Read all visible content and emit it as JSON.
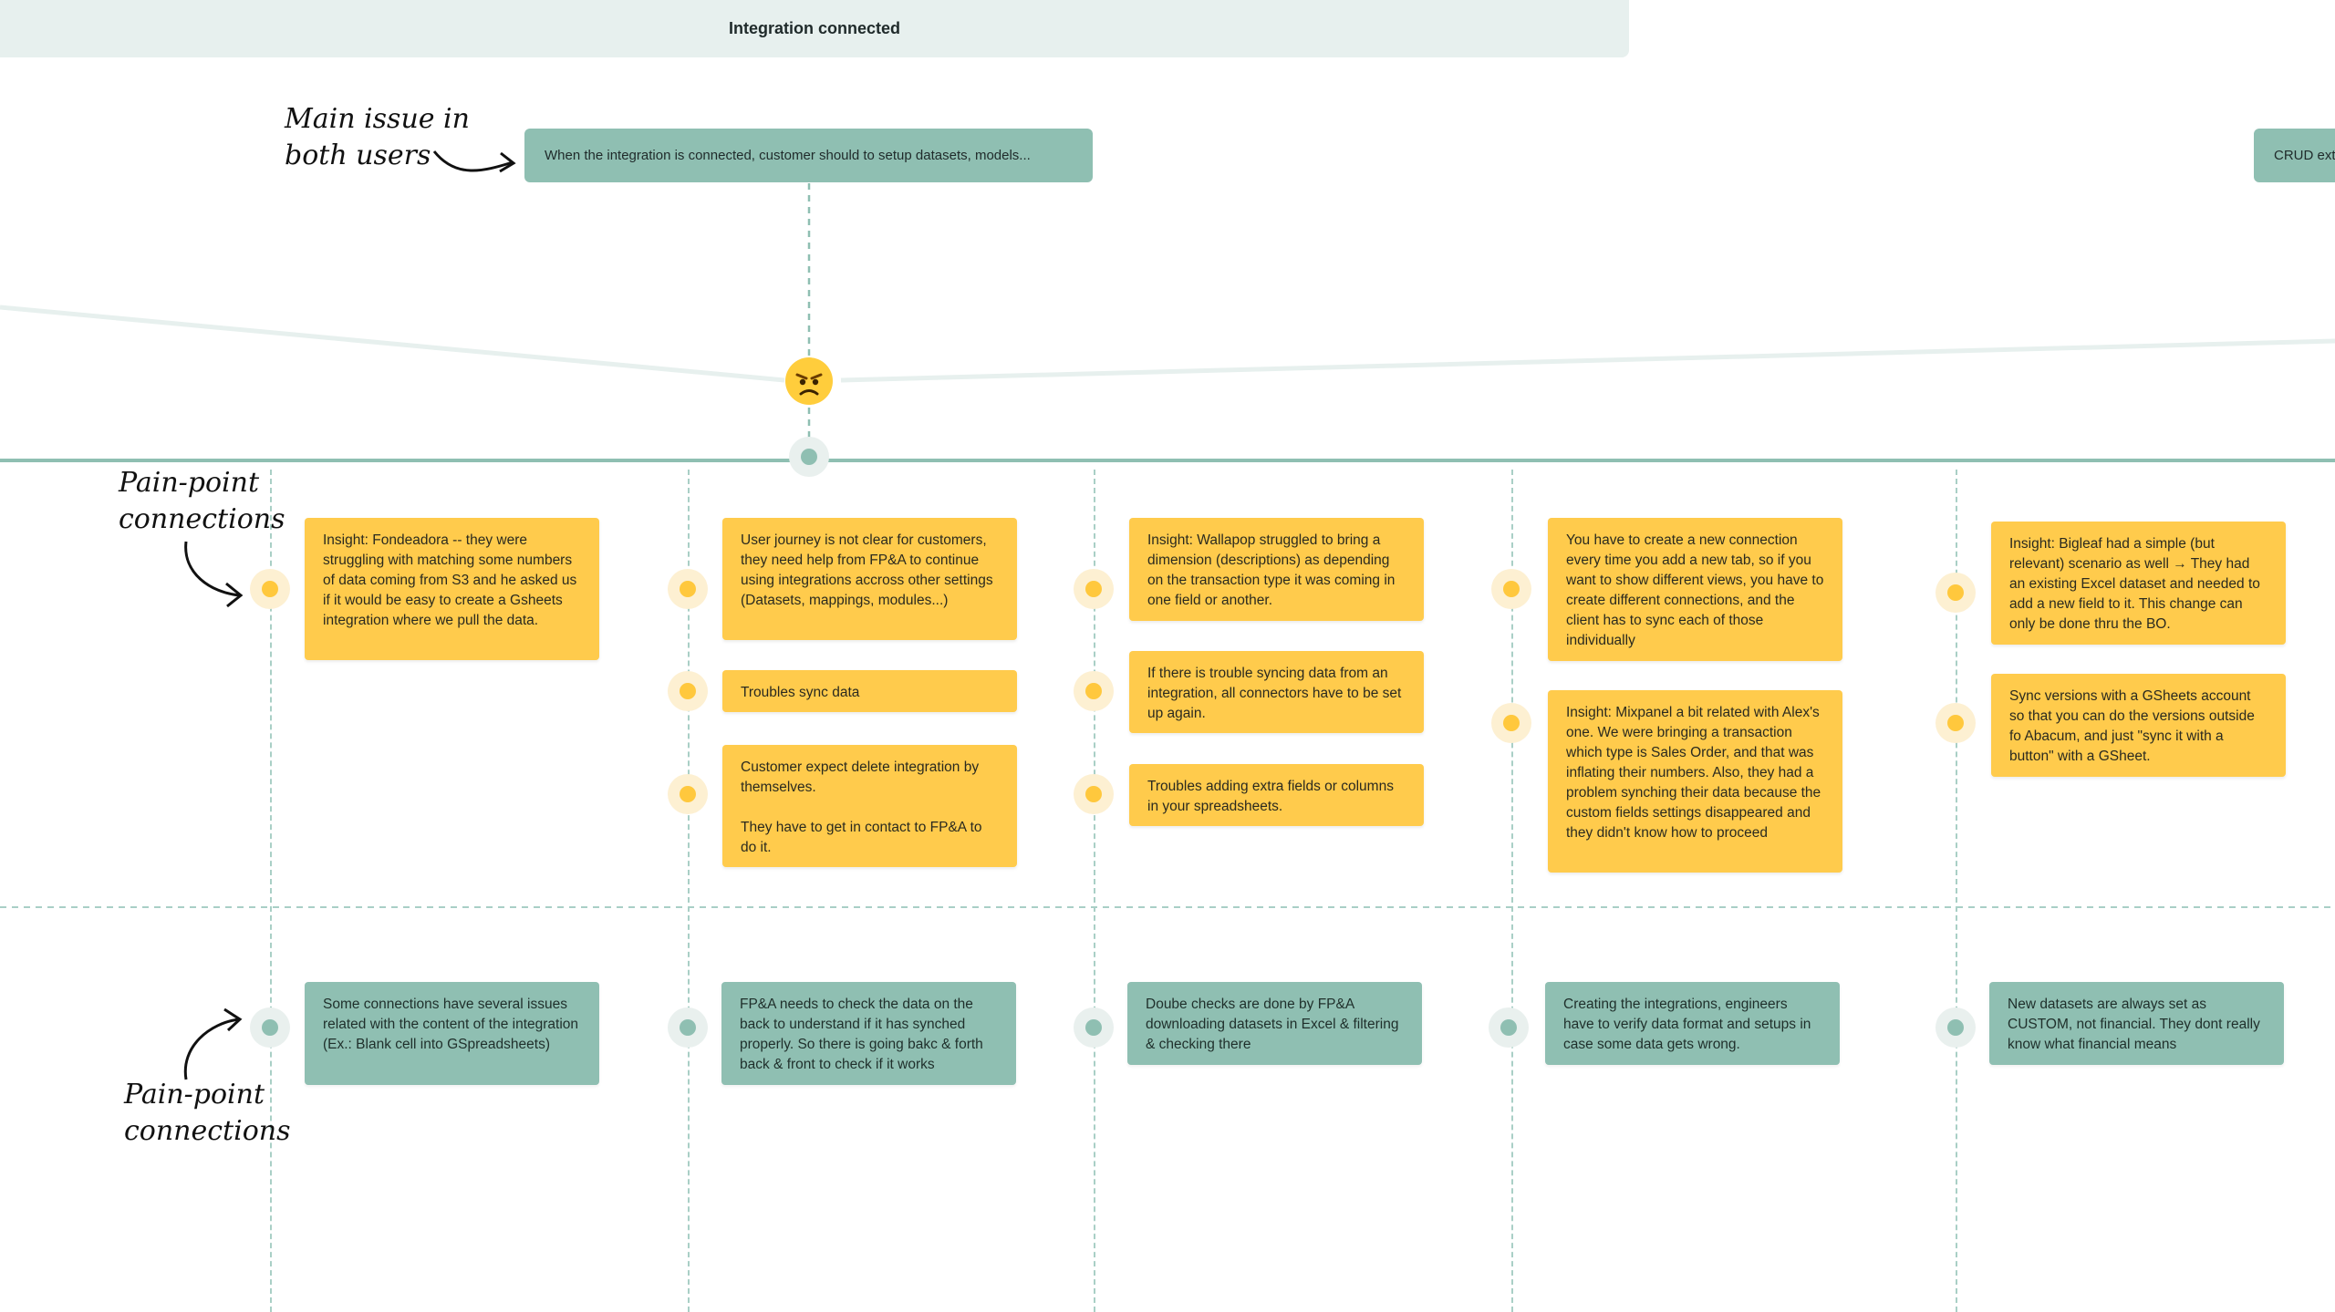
{
  "stage": {
    "title": "Integration connected"
  },
  "main_issue": {
    "annotation": [
      "Main issue in",
      "both users"
    ],
    "text": "When the integration is connected, customer should to setup datasets, models...",
    "right_card_text": "CRUD ext"
  },
  "annotations": {
    "pain_point_top": [
      "Pain-point",
      "connections"
    ],
    "pain_point_bottom": [
      "Pain-point",
      "connections"
    ]
  },
  "columns": [
    {
      "yellow": [
        "Insight: Fondeadora -- they were struggling with matching some numbers of data coming from S3 and he asked us if it would be easy to create a Gsheets integration where we pull the data."
      ],
      "green": "Some connections have several issues related with the content of the integration (Ex.: Blank cell into GSpreadsheets)"
    },
    {
      "yellow": [
        "User journey is not clear for customers, they need help from FP&A to continue using integrations accross other settings (Datasets, mappings, modules...)",
        "Troubles sync data",
        "Customer expect delete integration by themselves.\n\nThey have to get in contact to FP&A to do it."
      ],
      "green": "FP&A needs to check the data on the back to understand if it has synched properly. So there is going bakc & forth back & front to check if it works"
    },
    {
      "yellow": [
        "Insight: Wallapop struggled to bring a dimension (descriptions) as depending on the transaction type it was coming in one field or another.",
        "If there is trouble syncing data from an integration, all connectors have to be set up again.",
        "Troubles adding extra fields or columns in your spreadsheets."
      ],
      "green": "Doube checks are done by FP&A downloading datasets in Excel & filtering & checking there"
    },
    {
      "yellow": [
        "You have to create a new connection every time you add a new tab, so if you want to show different views, you have to create different connections, and the client has to sync each of those individually",
        "Insight: Mixpanel a bit related with Alex's one. We were bringing a transaction which type is Sales Order, and that was inflating their numbers. Also, they had a problem synching their data because the custom fields settings disappeared and they didn't know how to proceed"
      ],
      "green": "Creating the integrations, engineers have to verify data format and setups in case some data gets wrong."
    },
    {
      "yellow": [
        "Insight: Bigleaf had a simple (but relevant) scenario as well → They had an existing Excel dataset and needed to add a new field to it. This change can only be done thru the BO.",
        "Sync versions with a GSheets account so that you can do the versions outside fo Abacum, and just \"sync it with a button\" with a GSheet."
      ],
      "green": "New datasets are always set as CUSTOM, not financial. They dont really know what financial means"
    }
  ],
  "colors": {
    "yellow_sticky": "#ffcb4c",
    "green_sticky": "#8fbfb2",
    "header_band": "#e7f0ee",
    "timeline": "#8fbfb2"
  },
  "emotion_icon": "angry-face-icon"
}
